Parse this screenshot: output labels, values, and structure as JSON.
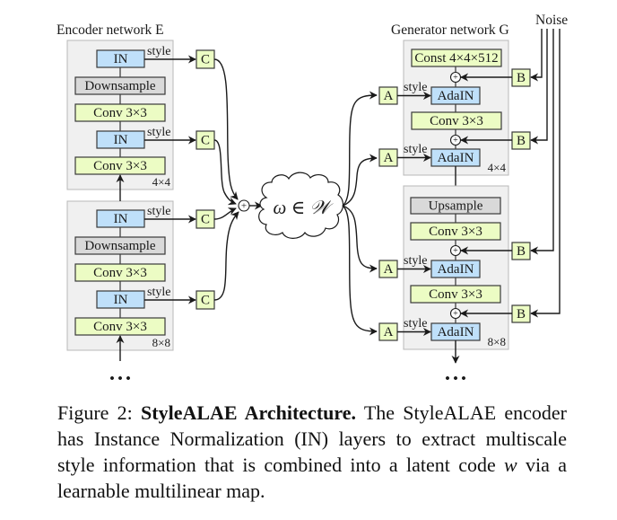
{
  "encoder": {
    "title": "Encoder network E",
    "blocks": [
      {
        "resolution": "4×4",
        "layers": [
          "IN",
          "Downsample",
          "Conv 3×3",
          "IN",
          "Conv 3×3"
        ]
      },
      {
        "resolution": "8×8",
        "layers": [
          "IN",
          "Downsample",
          "Conv 3×3",
          "IN",
          "Conv 3×3"
        ]
      }
    ],
    "style_label": "style",
    "combiner_label": "C",
    "ellipsis": "• • •"
  },
  "latent": {
    "label": "ω ∈ 𝒲",
    "sum_symbol": "+"
  },
  "generator": {
    "title": "Generator network G",
    "noise_label": "Noise",
    "blocks": [
      {
        "resolution": "4×4",
        "layers": [
          "Const 4×4×512",
          "AdaIN",
          "Conv 3×3",
          "AdaIN"
        ]
      },
      {
        "resolution": "8×8",
        "layers": [
          "Upsample",
          "Conv 3×3",
          "AdaIN",
          "Conv 3×3",
          "AdaIN"
        ]
      }
    ],
    "style_label": "style",
    "affine_label": "A",
    "noise_box_label": "B",
    "ellipsis": "• • •"
  },
  "caption": {
    "prefix": "Figure 2: ",
    "bold": "StyleALAE Architecture.",
    "text_1": " The StyleALAE encoder has Instance Normalization (IN) layers to extract multiscale style information that is combined into a latent code ",
    "var": "w",
    "text_2": " via a learnable multilinear map."
  },
  "colors": {
    "norm_block": "#bfe0fa",
    "conv_block": "#ecfcc4",
    "resample_block": "#d9d9d9",
    "panel": "#f0f0f0"
  }
}
